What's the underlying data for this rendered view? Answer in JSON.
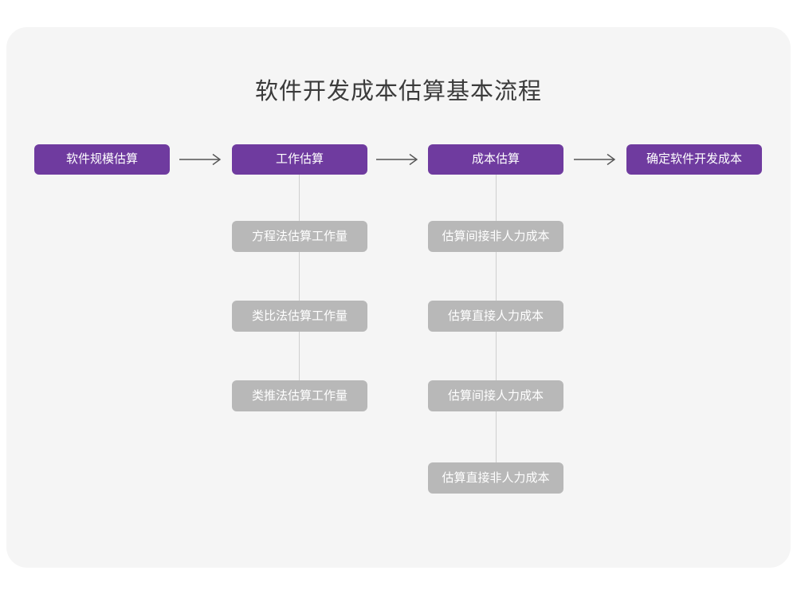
{
  "diagram": {
    "title": "软件开发成本估算基本流程",
    "colors": {
      "page_background": "#ffffff",
      "card_background": "#f5f5f5",
      "primary_node": "#6f3b9f",
      "secondary_node": "#b8b8b8",
      "node_text": "#ffffff",
      "title_text": "#3b3b3b",
      "connector": "#cfcfcf",
      "arrow": "#555555"
    },
    "main_flow": [
      {
        "id": "step-1",
        "label": "软件规模估算"
      },
      {
        "id": "step-2",
        "label": "工作估算"
      },
      {
        "id": "step-3",
        "label": "成本估算"
      },
      {
        "id": "step-4",
        "label": "确定软件开发成本"
      }
    ],
    "arrows": [
      {
        "id": "arrow-1",
        "name": "arrow-step1-to-step2"
      },
      {
        "id": "arrow-2",
        "name": "arrow-step2-to-step3"
      },
      {
        "id": "arrow-3",
        "name": "arrow-step3-to-step4"
      }
    ],
    "branches": {
      "work_estimation": {
        "parent": "工作估算",
        "items": [
          {
            "id": "work-1",
            "label": "方程法估算工作量"
          },
          {
            "id": "work-2",
            "label": "类比法估算工作量"
          },
          {
            "id": "work-3",
            "label": "类推法估算工作量"
          }
        ]
      },
      "cost_estimation": {
        "parent": "成本估算",
        "items": [
          {
            "id": "cost-1",
            "label": "估算间接非人力成本"
          },
          {
            "id": "cost-2",
            "label": "估算直接人力成本"
          },
          {
            "id": "cost-3",
            "label": "估算间接人力成本"
          },
          {
            "id": "cost-4",
            "label": "估算直接非人力成本"
          }
        ]
      }
    }
  }
}
